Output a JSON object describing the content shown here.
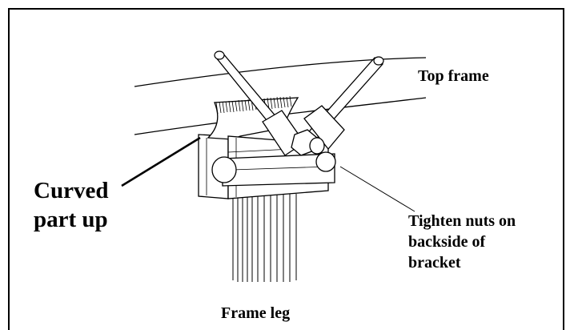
{
  "labels": {
    "top_frame": "Top frame",
    "curved_line1": "Curved",
    "curved_line2": "part up",
    "tighten_line1": "Tighten nuts on",
    "tighten_line2": "backside of",
    "tighten_line3": "bracket",
    "frame_leg": "Frame leg"
  }
}
